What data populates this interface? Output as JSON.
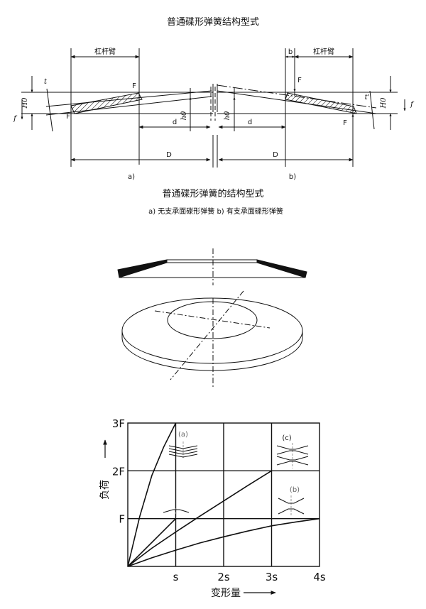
{
  "top_title": "普通碟形弹簧结构型式",
  "section_title": "普通碟形弹簧的结构型式",
  "caption": "a)  无支承面碟形弹簧 b) 有支承面碟形弹簧",
  "diagram_a": {
    "lever_arm": "杠杆臂",
    "F": "F",
    "H0": "H0",
    "f": "f",
    "h0": "h0",
    "d": "d",
    "D": "D",
    "t": "t",
    "sub": "a)"
  },
  "diagram_b": {
    "b": "b",
    "lever_arm": "杠杆臂",
    "F": "F",
    "H0": "H0",
    "f": "f",
    "h0": "h0",
    "d": "d",
    "D": "D",
    "t": "t'",
    "sub": "b)"
  },
  "chart_data": {
    "type": "line",
    "x_ticks": [
      "s",
      "2s",
      "3s",
      "4s"
    ],
    "y_ticks": [
      "F",
      "2F",
      "3F"
    ],
    "xlabel": "变形量",
    "ylabel": "负荷",
    "xlim": [
      0,
      4
    ],
    "ylim": [
      0,
      3
    ],
    "grid": true,
    "annotations": [
      "(a)",
      "(b)",
      "(c)"
    ],
    "series": [
      {
        "x": [
          0,
          0.25,
          0.5,
          0.75,
          1.0
        ],
        "y": [
          0,
          1.05,
          1.9,
          2.5,
          3.0
        ]
      },
      {
        "x": [
          0,
          1.0
        ],
        "y": [
          0,
          1.0
        ]
      },
      {
        "x": [
          0,
          0.5,
          1.0,
          1.5,
          2.0,
          2.5,
          3.0
        ],
        "y": [
          0,
          0.38,
          0.72,
          1.05,
          1.37,
          1.69,
          2.0
        ]
      },
      {
        "x": [
          0,
          0.5,
          1.0,
          1.5,
          2.0,
          2.5,
          3.0,
          3.5,
          4.0
        ],
        "y": [
          0,
          0.18,
          0.34,
          0.49,
          0.62,
          0.74,
          0.85,
          0.93,
          1.0
        ]
      }
    ]
  }
}
